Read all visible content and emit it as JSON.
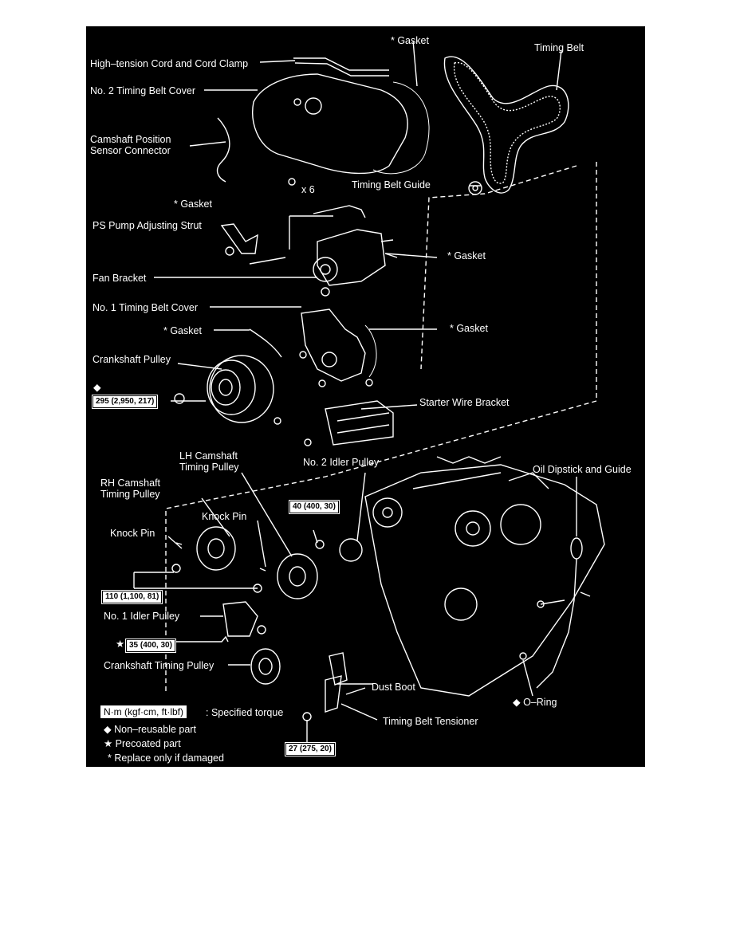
{
  "labels": {
    "high_tension_cord": "High–tension Cord and Cord Clamp",
    "gasket_top": "* Gasket",
    "timing_belt": "Timing Belt",
    "no2_timing_belt_cover": "No. 2 Timing Belt Cover",
    "camshaft_position_sensor_l1": "Camshaft Position",
    "camshaft_position_sensor_l2": "Sensor Connector",
    "x6": "x 6",
    "timing_belt_guide": "Timing Belt Guide",
    "gasket_2": "* Gasket",
    "ps_pump_strut": "PS Pump Adjusting Strut",
    "gasket_3": "* Gasket",
    "fan_bracket": "Fan Bracket",
    "no1_timing_belt_cover": "No. 1 Timing Belt Cover",
    "gasket_4": "* Gasket",
    "gasket_5": "* Gasket",
    "crankshaft_pulley": "Crankshaft Pulley",
    "starter_wire_bracket": "Starter Wire Bracket",
    "lh_camshaft_l1": "LH Camshaft",
    "lh_camshaft_l2": "Timing Pulley",
    "no2_idler_pulley": "No. 2 Idler Pulley",
    "oil_dipstick": "Oil Dipstick and Guide",
    "rh_camshaft_l1": "RH Camshaft",
    "rh_camshaft_l2": "Timing Pulley",
    "knock_pin_1": "Knock Pin",
    "knock_pin_2": "Knock Pin",
    "no1_idler_pulley": "No. 1 Idler Pulley",
    "crankshaft_timing_pulley": "Crankshaft Timing Pulley",
    "dust_boot": "Dust Boot",
    "o_ring": "◆ O–Ring",
    "timing_belt_tensioner": "Timing Belt Tensioner"
  },
  "torques": {
    "crank_pulley_symbol": "◆",
    "crank_pulley": "295 (2,950, 217)",
    "no2_idler": "40 (400, 30)",
    "cam_pulley": "110 (1,100, 81)",
    "no1_idler_symbol": "★",
    "no1_idler": "35 (400, 30)",
    "tensioner": "27 (275, 20)"
  },
  "legend": {
    "unit_box": "N·m (kgf·cm, ft·lbf)",
    "unit_text": ": Specified torque",
    "non_reusable": "◆ Non–reusable part",
    "precoated": "★ Precoated part",
    "replace": "* Replace only if damaged"
  },
  "colors": {
    "background": "#000000",
    "line": "#ffffff",
    "page": "#ffffff"
  }
}
